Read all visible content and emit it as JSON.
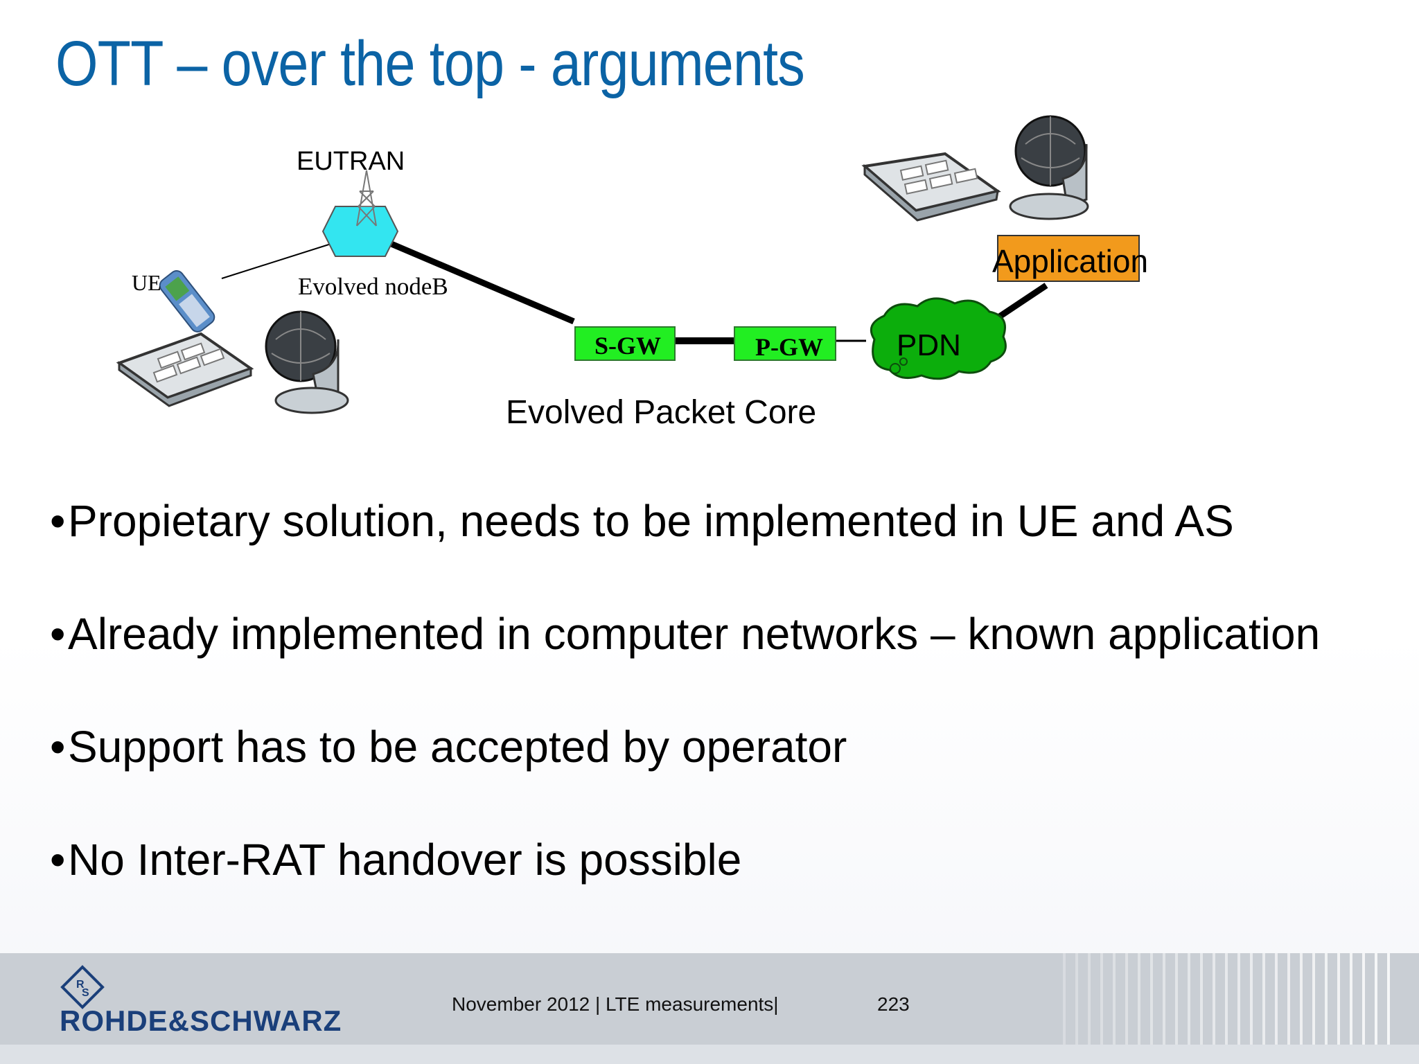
{
  "title": "OTT – over the top - arguments",
  "diagram": {
    "eutran_label": "EUTRAN",
    "ue_label": "UE",
    "enodeb_label": "Evolved nodeB",
    "sgw_label": "S-GW",
    "pgw_label": "P-GW",
    "pdn_label": "PDN",
    "application_label": "Application",
    "epc_label": "Evolved Packet Core",
    "colors": {
      "enodeb": "#33e5f0",
      "gateway": "#22ee22",
      "pdn": "#0cae0c",
      "application": "#f29a1c"
    }
  },
  "bullets": [
    "Propietary solution, needs to be implemented in UE and AS",
    "Already implemented in computer networks – known application",
    "Support has to be accepted by operator",
    "No Inter-RAT handover is possible"
  ],
  "footer": {
    "logo_text": "ROHDE&SCHWARZ",
    "date_topic": "November 2012 |  LTE measurements|",
    "page_number": "223"
  }
}
